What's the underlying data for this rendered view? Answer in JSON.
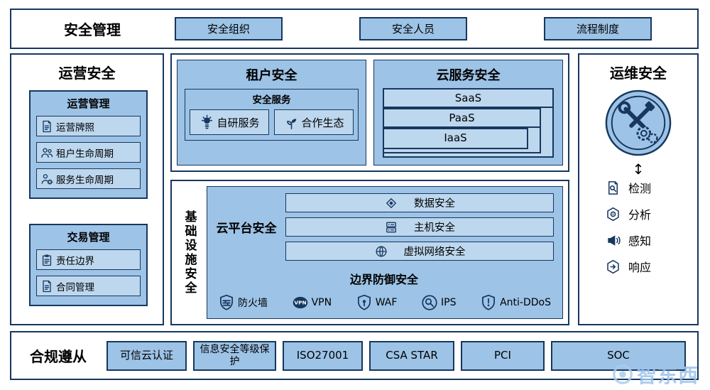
{
  "colors": {
    "panel_blue": "#9dc3e6",
    "item_blue": "#bdd7ee",
    "border": "#17375e"
  },
  "top_bar": {
    "title": "安全管理",
    "items": [
      {
        "label": "安全组织"
      },
      {
        "label": "安全人员"
      },
      {
        "label": "流程制度"
      }
    ]
  },
  "operations_panel": {
    "title": "运营安全",
    "groups": [
      {
        "title": "运营管理",
        "items": [
          {
            "label": "运营牌照",
            "icon": "license-document-icon"
          },
          {
            "label": "租户生命周期",
            "icon": "tenants-people-icon"
          },
          {
            "label": "服务生命周期",
            "icon": "service-person-gear-icon"
          }
        ]
      },
      {
        "title": "交易管理",
        "items": [
          {
            "label": "责任边界",
            "icon": "clipboard-icon"
          },
          {
            "label": "合同管理",
            "icon": "contract-document-icon"
          }
        ]
      }
    ]
  },
  "tenant_panel": {
    "title": "租户安全",
    "service_box": {
      "title": "安全服务",
      "items": [
        {
          "label": "自研服务",
          "icon": "lightbulb-icon"
        },
        {
          "label": "合作生态",
          "icon": "sprout-icon"
        }
      ]
    }
  },
  "cloud_service_panel": {
    "title": "云服务安全",
    "layers": [
      "SaaS",
      "PaaS",
      "IaaS"
    ]
  },
  "infrastructure_panel": {
    "vertical_title": "基础设施安全",
    "platform": {
      "title": "云平台安全",
      "items": [
        {
          "label": "数据安全",
          "icon": "diamond-icon"
        },
        {
          "label": "主机安全",
          "icon": "server-icon"
        },
        {
          "label": "虚拟网络安全",
          "icon": "globe-icon"
        }
      ]
    },
    "border_defense": {
      "title": "边界防御安全",
      "items": [
        {
          "label": "防火墙",
          "icon": "firewall-shield-icon"
        },
        {
          "label": "VPN",
          "icon": "vpn-badge-icon"
        },
        {
          "label": "WAF",
          "icon": "waf-shield-icon"
        },
        {
          "label": "IPS",
          "icon": "magnifier-icon"
        },
        {
          "label": "Anti-DDoS",
          "icon": "antiddos-shield-icon"
        }
      ]
    }
  },
  "maintenance_panel": {
    "title": "运维安全",
    "emblem_icon": "tools-gears-emblem",
    "arrow": "↕",
    "items": [
      {
        "label": "检测",
        "icon": "detect-document-icon"
      },
      {
        "label": "分析",
        "icon": "hexagon-analyze-icon"
      },
      {
        "label": "感知",
        "icon": "megaphone-icon"
      },
      {
        "label": "响应",
        "icon": "respond-hexagon-icon"
      }
    ]
  },
  "compliance_bar": {
    "title": "合规遵从",
    "items": [
      {
        "label": "可信云认证"
      },
      {
        "label": "信息安全等级保护"
      },
      {
        "label": "ISO27001"
      },
      {
        "label": "CSA STAR"
      },
      {
        "label": "PCI"
      },
      {
        "label": "SOC"
      }
    ]
  },
  "watermark": {
    "text": "智东西"
  }
}
